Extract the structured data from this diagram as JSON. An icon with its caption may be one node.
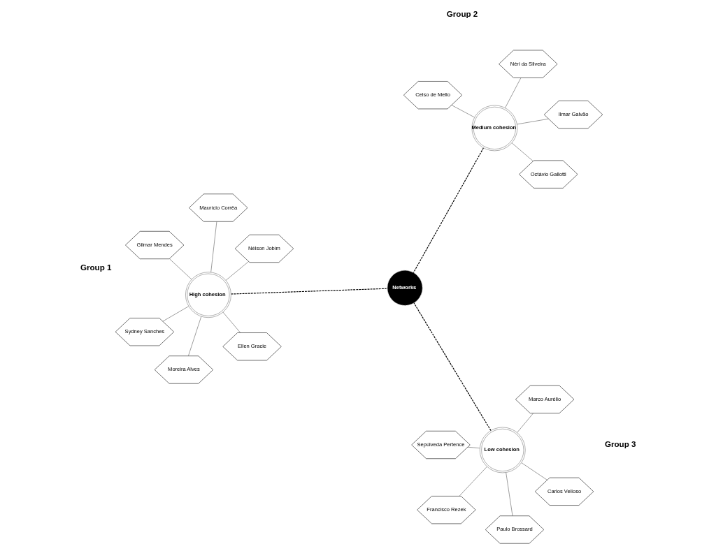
{
  "diagram": {
    "nodes": [
      {
        "text": [
          "High cohesion"
        ]
      },
      {
        "text": [
          "Ellen Gracie"
        ]
      },
      {
        "text": [
          "Moreira Alves"
        ]
      },
      {
        "text": [
          "Maurício Corrêa"
        ]
      },
      {
        "text": [
          "Nélson Jobim"
        ]
      },
      {
        "text": [
          "Gilmar Mendes"
        ]
      },
      {
        "text": [
          "Sydney Sanches"
        ]
      },
      {
        "text": [
          "Low cohesion"
        ]
      },
      {
        "text": [
          "Francisco Rezek"
        ]
      },
      {
        "text": [
          "Carlos Velloso"
        ]
      },
      {
        "text": [
          "Paulo Brossard"
        ]
      },
      {
        "text": [
          "Sepúlveda Pertence"
        ]
      },
      {
        "text": [
          "Marco Aurélio"
        ]
      },
      {
        "text": [
          "Medium cohesion"
        ]
      },
      {
        "text": [
          "Néri da Silveira"
        ]
      },
      {
        "text": [
          "Octávio Gallotti"
        ]
      },
      {
        "text": [
          "Ilmar Galvão"
        ]
      },
      {
        "text": [
          "Celso de Mello"
        ]
      },
      {
        "text": [
          "Networks"
        ]
      }
    ],
    "edges": [
      {
        "from": 0,
        "to": 1,
        "arrow": "none"
      },
      {
        "from": 0,
        "to": 2,
        "arrow": "none"
      },
      {
        "from": 0,
        "to": 3,
        "arrow": "none"
      },
      {
        "from": 0,
        "to": 4,
        "arrow": "none"
      },
      {
        "from": 0,
        "to": 5,
        "arrow": "none"
      },
      {
        "from": 0,
        "to": 6,
        "arrow": "none"
      },
      {
        "from": 7,
        "to": 8,
        "arrow": "none"
      },
      {
        "from": 7,
        "to": 9,
        "arrow": "none"
      },
      {
        "from": 7,
        "to": 10,
        "arrow": "none"
      },
      {
        "from": 7,
        "to": 11,
        "arrow": "none"
      },
      {
        "from": 7,
        "to": 12,
        "arrow": "none"
      },
      {
        "from": 13,
        "to": 14,
        "arrow": "none"
      },
      {
        "from": 13,
        "to": 15,
        "arrow": "none"
      },
      {
        "from": 13,
        "to": 16,
        "arrow": "none"
      },
      {
        "from": 13,
        "to": 17,
        "arrow": "none"
      },
      {
        "from": 0,
        "to": 18,
        "arrow": "none",
        "style": "dashed"
      },
      {
        "from": 7,
        "to": 18,
        "arrow": "none",
        "style": "dashed"
      },
      {
        "from": 13,
        "to": 18,
        "arrow": "none",
        "style": "dashed"
      }
    ],
    "labels": [
      "Group 1",
      "Group 3",
      "Group 2"
    ]
  }
}
